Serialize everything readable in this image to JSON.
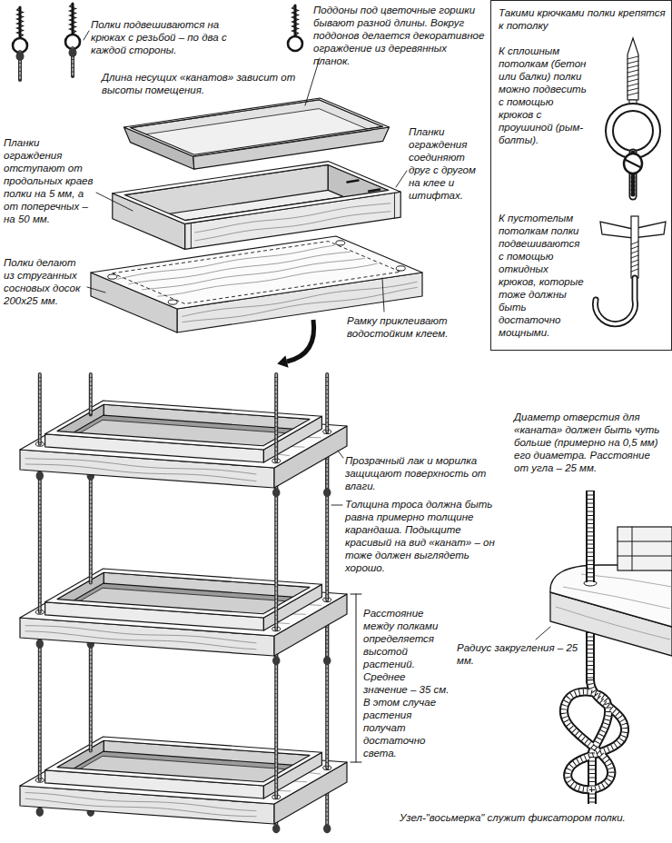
{
  "diagram": {
    "nodes": [
      {
        "text": [
          "Такими крючками полки крепятся к потолку",
          "К сплошным потолкам (бетон или балки) полки можно подвесить с помощью крюков с проушиной (рым-болты).",
          "К пустотелым потолкам полки подвешиваются с помощью откидных крюков, которые тоже должны быть достаточно мощными."
        ]
      }
    ],
    "labels": [
      "Полки подвешиваются на крюках с резьбой – по два с каждой стороны.",
      "Поддоны под цветочные горшки бывают разной длины. Вокруг поддонов делается декоративное ограждение из деревянных планок.",
      "Длина несущих «канатов» зависит от высоты помещения.",
      "Планки ограждения соединяют друг с другом на клее и штифтах.",
      "Планки ограждения отступают от продольных краев полки на 5 мм, а от поперечных – на 50 мм.",
      "Полки делают из струганных сосновых досок 200x25 мм.",
      "Рамку приклеивают водостойким клеем.",
      "Диаметр отверстия для «каната» должен быть чуть больше (примерно на 0,5 мм) его диаметра. Расстояние от угла – 25 мм.",
      "Прозрачный лак и морилка защищают поверхность от влаги.",
      "Толщина троса должна быть равна примерно толщине карандаша. Подыщите красивый на вид «канат» – он тоже должен выглядеть хорошо.",
      "Расстояние между полками определяется высотой растений. Среднее значение – 35 см. В этом случае растения получат достаточно света.",
      "Радиус закругления – 25 мм.",
      "Узел-\"восьмерка\" служит фиксатором полки."
    ]
  }
}
